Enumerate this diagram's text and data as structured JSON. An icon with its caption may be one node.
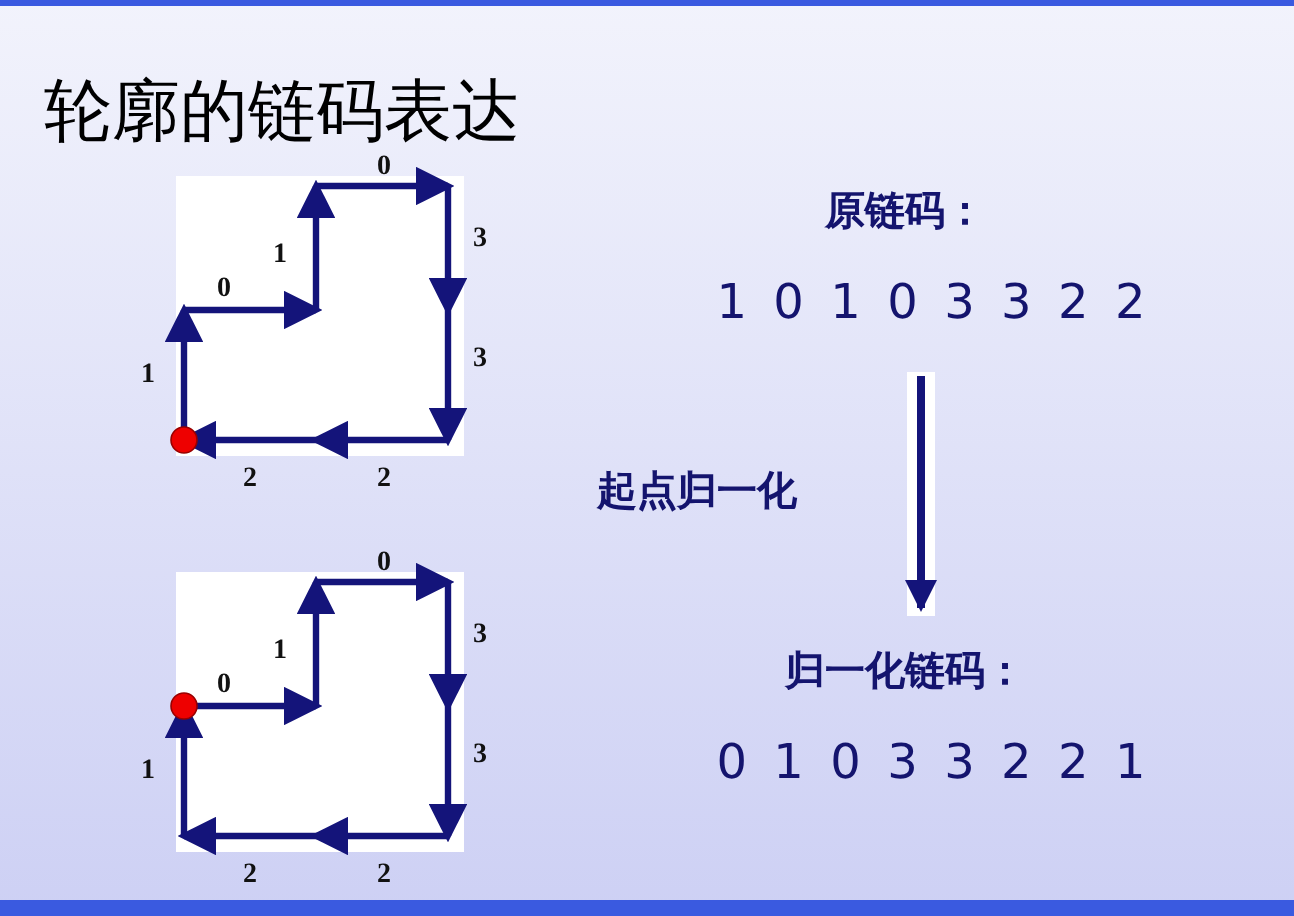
{
  "diagram": {
    "title": "轮廓的链码表达",
    "nodes": [
      {
        "text": [
          "原链码：",
          "10103322"
        ]
      },
      {
        "text": [
          "归一化链码：",
          "01033221"
        ]
      }
    ],
    "edges": [
      {
        "from": 0,
        "to": 1,
        "arrow": "to",
        "label": "起点归一化"
      }
    ],
    "labels": [
      "0",
      "1",
      "0",
      "3",
      "3",
      "1",
      "2",
      "2",
      "0",
      "1",
      "0",
      "3",
      "3",
      "1",
      "2",
      "2"
    ]
  }
}
